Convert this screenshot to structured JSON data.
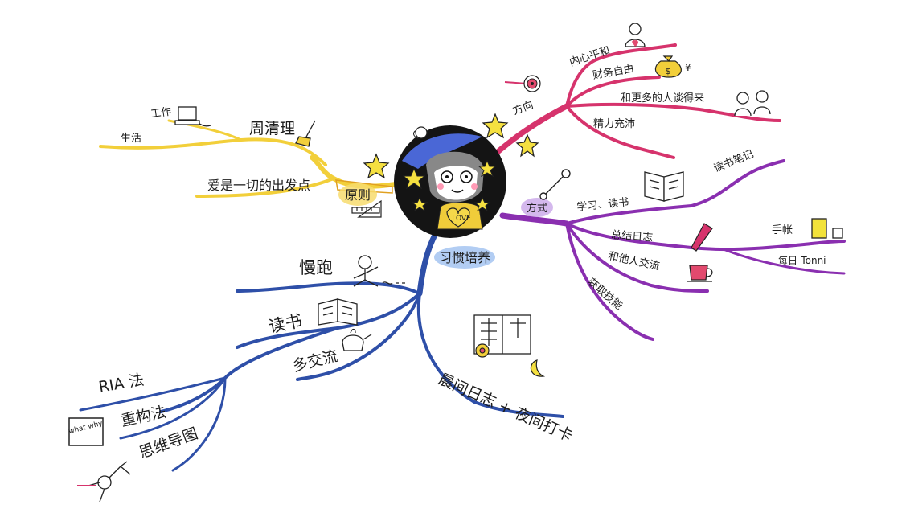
{
  "colors": {
    "yellow_branch": "#f2cf3a",
    "pink_branch": "#d6336c",
    "purple_branch": "#8a2fb0",
    "blue_branch": "#2e4fa8",
    "star": "#f5e040",
    "center_bg": "#141414",
    "hat": "#4a67d6"
  },
  "center": {
    "badge_text": "LOVE"
  },
  "branches": {
    "principle": {
      "label": "原则",
      "children": {
        "love": "爱是一切的出发点",
        "weekly_clean": "周清理",
        "work": "工作",
        "life": "生活"
      }
    },
    "direction": {
      "label": "方向",
      "children": {
        "inner_peace": "内心平和",
        "financial_freedom": "财务自由",
        "get_along": "和更多的人谈得来",
        "energetic": "精力充沛"
      }
    },
    "method": {
      "label": "方式",
      "children": {
        "study_reading": "学习、读书",
        "reading_notes": "读书笔记",
        "summary_log": "总结日志",
        "notebook": "手帐",
        "daily_tonni": "每日-Tonni",
        "talk_others": "和他人交流",
        "acquire_skills": "获取技能"
      }
    },
    "habits": {
      "label": "习惯培养",
      "children": {
        "jogging": "慢跑",
        "reading": "读书",
        "communicate": "多交流",
        "ria": "RIA 法",
        "restructure": "重构法",
        "mindmap": "思维导图",
        "what_why": "what why",
        "morning_night": "晨间日志 + 夜间打卡"
      }
    }
  },
  "icons": [
    "center-girl-icon",
    "star-icon",
    "target-icon",
    "person-heart-icon",
    "money-bag-icon",
    "two-people-icon",
    "wrench-icon",
    "open-book-icon",
    "fountain-pen-icon",
    "notebook-icon",
    "coffee-cup-icon",
    "running-person-icon",
    "teapot-icon",
    "calendar-book-icon",
    "sun-icon",
    "moon-icon",
    "computer-icon",
    "broom-icon",
    "ruler-icon",
    "cartoon-person-icon"
  ]
}
